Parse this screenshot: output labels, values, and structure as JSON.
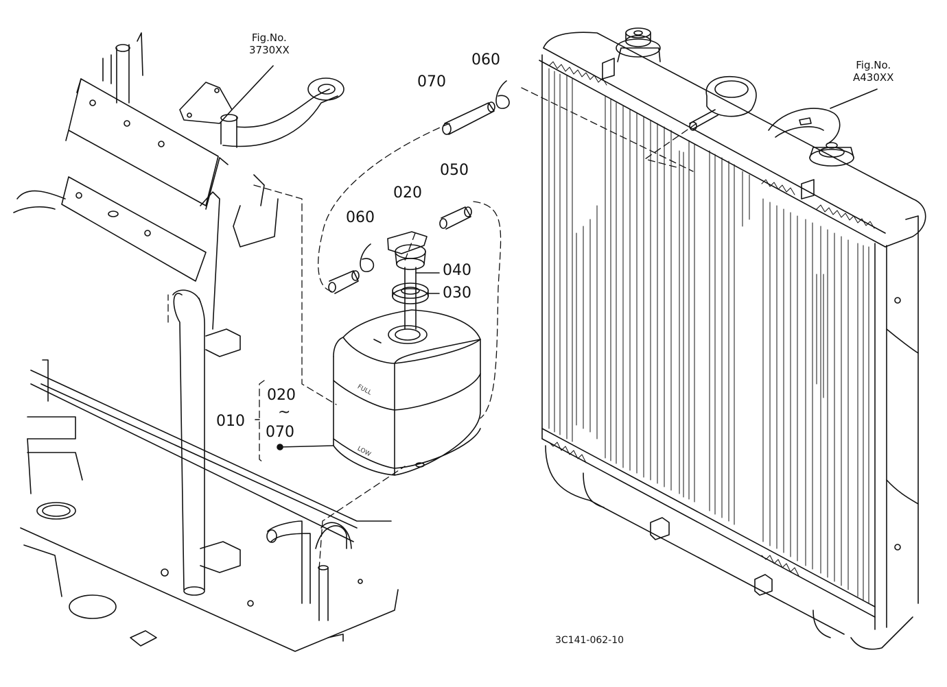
{
  "figure_refs": {
    "left": {
      "line1": "Fig.No.",
      "line2": "3730XX"
    },
    "right": {
      "line1": "Fig.No.",
      "line2": "A430XX"
    }
  },
  "parts": {
    "p010": "010",
    "p020": "020",
    "p020_range_start": "020",
    "range_separator": "~",
    "p070_range_end": "070",
    "p030": "030",
    "p040": "040",
    "p050": "050",
    "p060_upper": "060",
    "p060_lower": "060",
    "p070": "070"
  },
  "tank_marks": {
    "full": "FULL",
    "low": "LOW"
  },
  "drawing_code": "3C141-062-10",
  "colors": {
    "line": "#111111",
    "background": "#ffffff"
  }
}
